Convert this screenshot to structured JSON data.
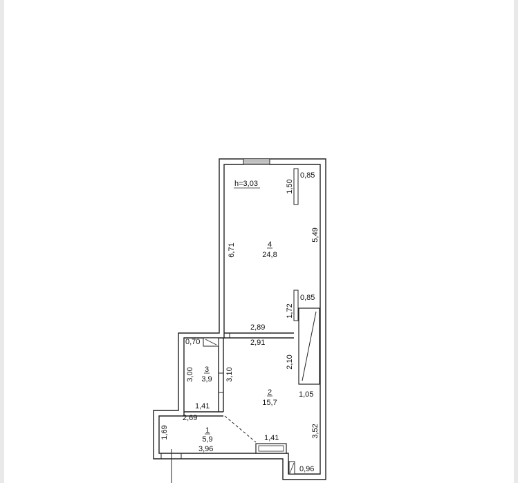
{
  "plan": {
    "ceiling_height": "h=3,03",
    "rooms": [
      {
        "number": "1",
        "area": "5,9"
      },
      {
        "number": "2",
        "area": "15,7"
      },
      {
        "number": "3",
        "area": "3,9"
      },
      {
        "number": "4",
        "area": "24,8"
      }
    ],
    "dimensions": {
      "d_085_top": "0,85",
      "d_150": "1,50",
      "d_549": "5,49",
      "d_671": "6,71",
      "d_085_mid": "0,85",
      "d_172": "1,72",
      "d_289": "2,89",
      "d_070": "0,70",
      "d_291": "2,91",
      "d_300": "3,00",
      "d_310": "3,10",
      "d_210": "2,10",
      "d_141_a": "1,41",
      "d_105": "1,05",
      "d_269": "2,69",
      "d_169": "1,69",
      "d_352": "3,52",
      "d_141_b": "1,41",
      "d_396": "3,96",
      "d_096": "0,96"
    }
  }
}
